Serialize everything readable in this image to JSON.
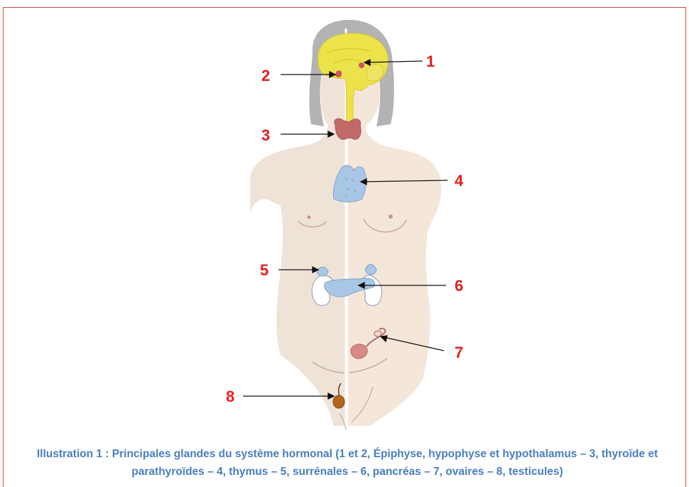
{
  "figure": {
    "labels": [
      "1",
      "2",
      "3",
      "4",
      "5",
      "6",
      "7",
      "8"
    ],
    "caption_line1": "Illustration 1 : Principales glandes du système hormonal (1 et 2, Épiphyse, hypophyse et hypothalamus – 3, thyroïde et",
    "caption_line2": "parathyroïdes – 4, thymus – 5, surrénales – 6, pancréas – 7, ovaires – 8, testicules)"
  },
  "colors": {
    "frame": "#d44a4a",
    "label_red": "#ea1c1c",
    "caption_blue": "#4a7ec0",
    "skin": "#f2e4d9",
    "hair": "#b3b3b3",
    "brain": "#ece24a",
    "thyroid": "#c26a6a",
    "gland_blue": "#a9c6e6"
  }
}
